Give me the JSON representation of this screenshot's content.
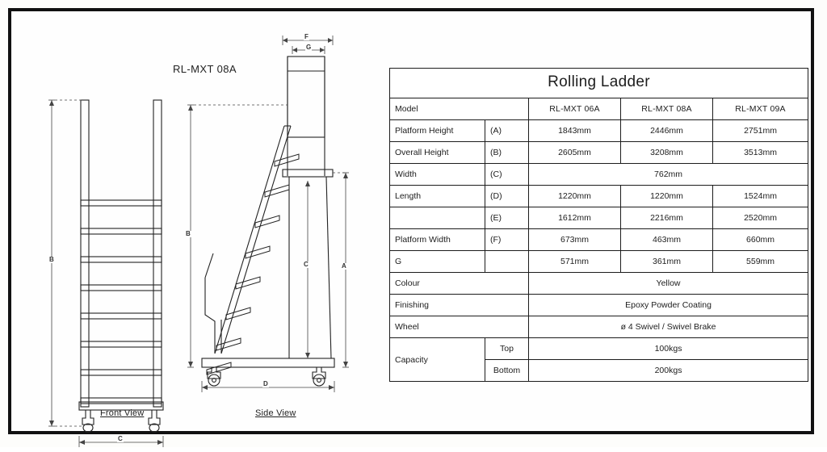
{
  "drawing": {
    "model_label": "RL-MXT 08A",
    "front_view_caption": "Front View",
    "side_view_caption": "Side View",
    "front_dims": {
      "height": "B",
      "width": "C"
    },
    "side_dims": {
      "platform_width": "F",
      "inner_width": "G",
      "overall_height": "B",
      "platform_height": "A",
      "vertical_c": "C",
      "length": "D"
    }
  },
  "table": {
    "title": "Rolling Ladder",
    "model_row_label": "Model",
    "models": [
      "RL-MXT 06A",
      "RL-MXT 08A",
      "RL-MXT 09A"
    ],
    "rows": [
      {
        "label": "Platform Height",
        "code": "(A)",
        "values": [
          "1843mm",
          "2446mm",
          "2751mm"
        ]
      },
      {
        "label": "Overall Height",
        "code": "(B)",
        "values": [
          "2605mm",
          "3208mm",
          "3513mm"
        ]
      },
      {
        "label": "Width",
        "code": "(C)",
        "span_value": "762mm"
      },
      {
        "label": "Length",
        "code": "(D)",
        "values": [
          "1220mm",
          "1220mm",
          "1524mm"
        ]
      },
      {
        "label": "",
        "code": "(E)",
        "values": [
          "1612mm",
          "2216mm",
          "2520mm"
        ]
      },
      {
        "label": "Platform Width",
        "code": "(F)",
        "values": [
          "673mm",
          "463mm",
          "660mm"
        ]
      },
      {
        "label": "G",
        "code": "",
        "values": [
          "571mm",
          "361mm",
          "559mm"
        ]
      }
    ],
    "attributes": [
      {
        "label": "Colour",
        "value": "Yellow"
      },
      {
        "label": "Finishing",
        "value": "Epoxy Powder Coating"
      },
      {
        "label": "Wheel",
        "value": "ø 4 Swivel / Swivel Brake"
      }
    ],
    "capacity": {
      "label": "Capacity",
      "top_label": "Top",
      "top_value": "100kgs",
      "bottom_label": "Bottom",
      "bottom_value": "200kgs"
    }
  }
}
